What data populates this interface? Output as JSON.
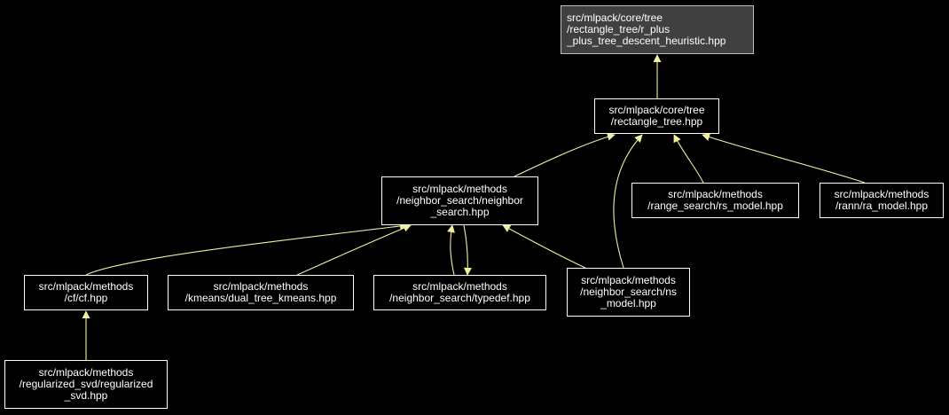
{
  "colors": {
    "background": "#000000",
    "edge": "#f0f0a0",
    "node_border": "#ffffff",
    "root_fill": "#404040"
  },
  "nodes": {
    "root": [
      "src/mlpack/core/tree",
      "/rectangle_tree/r_plus",
      "_plus_tree_descent_heuristic.hpp"
    ],
    "rectangle_tree": [
      "src/mlpack/core/tree",
      "/rectangle_tree.hpp"
    ],
    "neighbor_search": [
      "src/mlpack/methods",
      "/neighbor_search/neighbor",
      "_search.hpp"
    ],
    "rs_model": [
      "src/mlpack/methods",
      "/range_search/rs_model.hpp"
    ],
    "ra_model": [
      "src/mlpack/methods",
      "/rann/ra_model.hpp"
    ],
    "cf": [
      "src/mlpack/methods",
      "/cf/cf.hpp"
    ],
    "dual_tree_kmeans": [
      "src/mlpack/methods",
      "/kmeans/dual_tree_kmeans.hpp"
    ],
    "typedef": [
      "src/mlpack/methods",
      "/neighbor_search/typedef.hpp"
    ],
    "ns_model": [
      "src/mlpack/methods",
      "/neighbor_search/ns",
      "_model.hpp"
    ],
    "regularized_svd": [
      "src/mlpack/methods",
      "/regularized_svd/regularized",
      "_svd.hpp"
    ]
  },
  "edges": [
    [
      "rectangle_tree",
      "root"
    ],
    [
      "neighbor_search",
      "rectangle_tree"
    ],
    [
      "rs_model",
      "rectangle_tree"
    ],
    [
      "ra_model",
      "rectangle_tree"
    ],
    [
      "ns_model",
      "rectangle_tree"
    ],
    [
      "cf",
      "neighbor_search"
    ],
    [
      "dual_tree_kmeans",
      "neighbor_search"
    ],
    [
      "typedef",
      "neighbor_search"
    ],
    [
      "neighbor_search",
      "typedef"
    ],
    [
      "ns_model",
      "neighbor_search"
    ],
    [
      "regularized_svd",
      "cf"
    ]
  ]
}
